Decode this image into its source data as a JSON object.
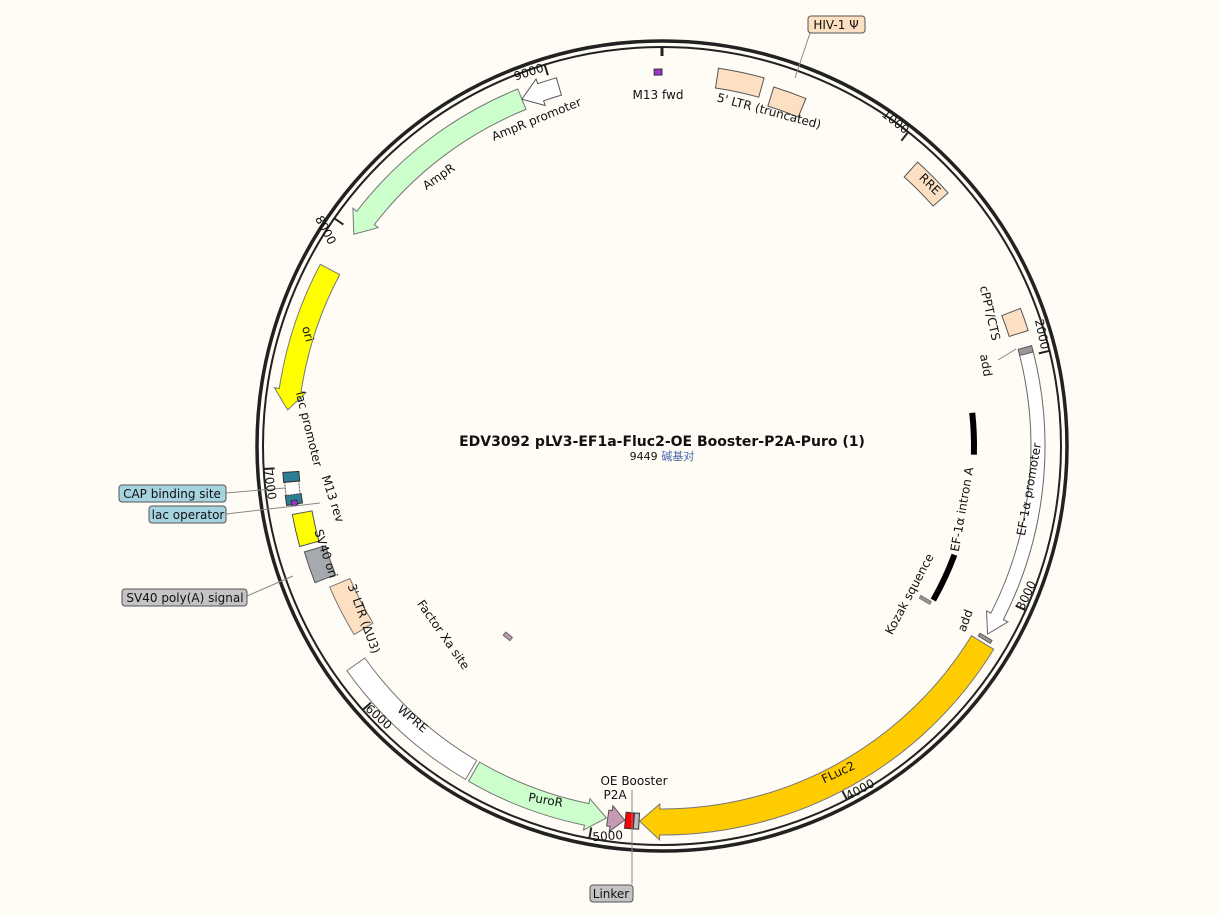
{
  "title": "EDV3092 pLV3-EF1a-Fluc2-OE Booster-P2A-Puro (1)",
  "length": "9449",
  "length_unit": "碱基对",
  "ticks": [
    "1000",
    "2000",
    "3000",
    "4000",
    "5000",
    "6000",
    "7000",
    "8000",
    "9000"
  ],
  "features": {
    "m13_fwd": "M13 fwd",
    "ltr5": "5' LTR (truncated)",
    "hiv_psi": "HIV-1 Ψ",
    "rre": "RRE",
    "cppt": "cPPT/CTS",
    "add1": "add",
    "ef1a_promoter": "EF-1α promoter",
    "ef1a_intron": "EF-1α intron A",
    "kozak": "Kozak squence",
    "add2": "add",
    "fluc2": "FLuc2",
    "oe_booster": "OE Booster",
    "p2a": "P2A",
    "linker": "Linker",
    "puror": "PuroR",
    "wpre": "WPRE",
    "factor_xa": "Factor Xa site",
    "ltr3": "3' LTR (ΔU3)",
    "sv40_polya": "SV40 poly(A) signal",
    "sv40_ori": "SV40 ori",
    "m13_rev": "M13 rev",
    "lac_promoter": "lac promoter",
    "lac_operator": "lac operator",
    "cap_site": "CAP binding site",
    "ori": "ori",
    "ampr": "AmpR",
    "ampr_promoter": "AmpR promoter"
  },
  "colors": {
    "ltr": "#fde0c2",
    "fluc2": "#ffcc00",
    "puror": "#ccffcc",
    "ori": "#ffff00",
    "sv40_polya": "#a6a9ad",
    "m13": "#9933cc",
    "cap": "#2e7d96",
    "p2a": "#c69ab4",
    "oe": "#ff0000",
    "callout_blue": "#a6d3e0",
    "callout_gray": "#c4c4c4",
    "callout_peach": "#fde0c2"
  }
}
